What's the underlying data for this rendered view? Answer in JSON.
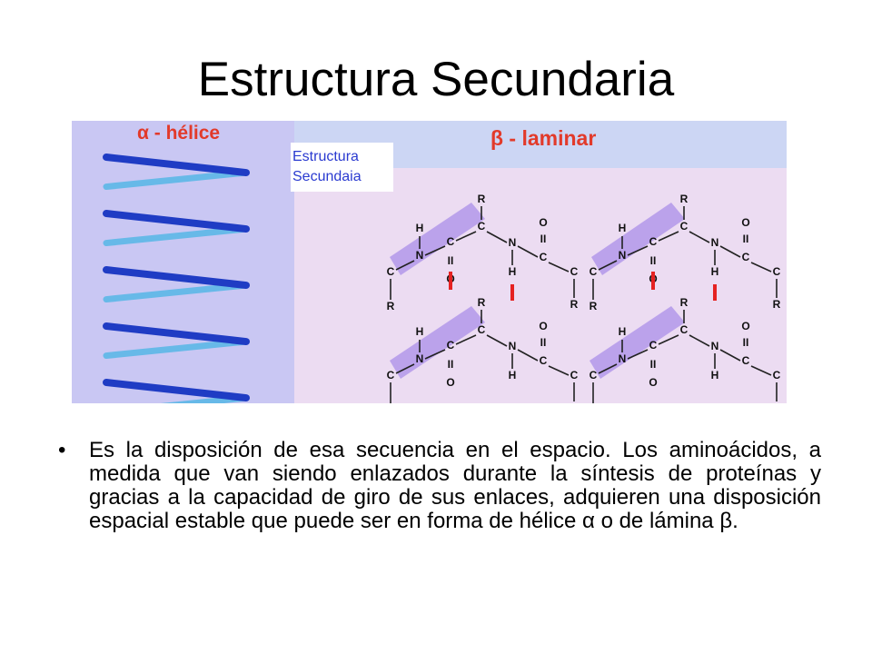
{
  "slide": {
    "title": "Estructura Secundaria"
  },
  "figure": {
    "alpha_label": "α - hélice",
    "beta_label": "β - laminar",
    "caption_line1": "Estructura",
    "caption_line2": "Secundaia",
    "atoms": {
      "R": "R",
      "H": "H",
      "N": "N",
      "C": "C",
      "O": "O",
      "double_bond": "II"
    },
    "colors": {
      "left_panel": "#c9c7f3",
      "right_panel": "#ecdcf2",
      "top_band": "#ccd6f4",
      "helix_dark": "#1f3cc4",
      "helix_light": "#67b9e8",
      "plane": "#b69bea",
      "hbond": "#e52222",
      "label_red": "#e23a2a"
    }
  },
  "bullets": [
    {
      "marker": "•",
      "text": "Es la disposición de esa secuencia en el espacio. Los aminoácidos, a medida que van siendo enlazados durante la síntesis de proteínas y gracias a la capacidad de giro de sus enlaces, adquieren una disposición espacial estable que puede ser en forma de hélice α o de lámina β."
    }
  ]
}
